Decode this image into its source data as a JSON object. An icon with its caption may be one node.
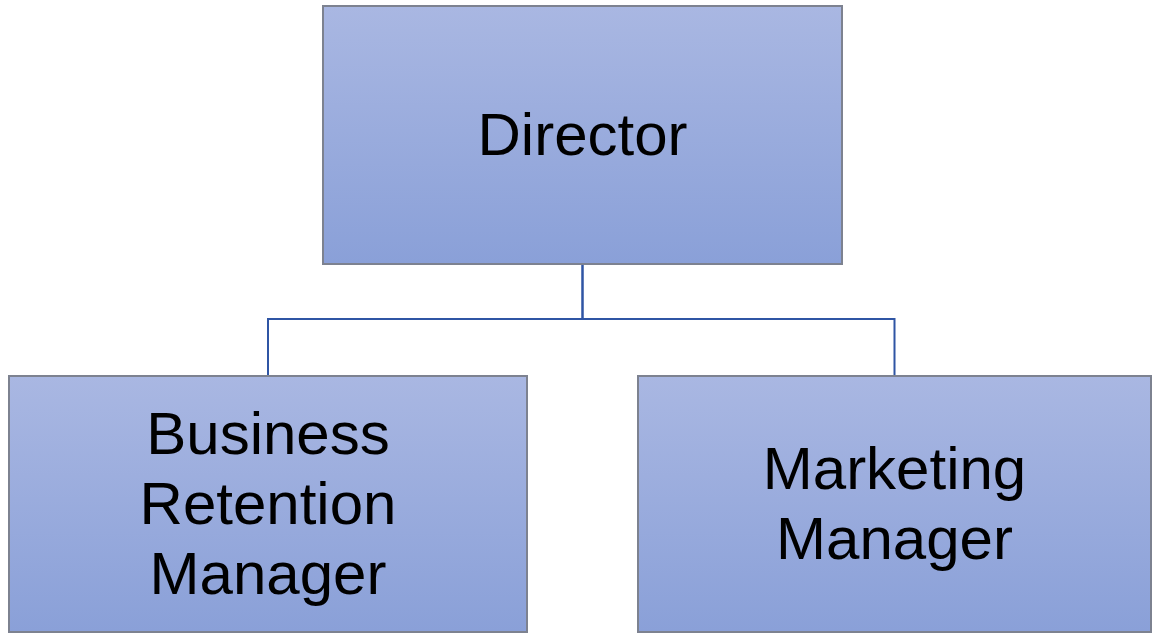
{
  "diagram": {
    "nodes": [
      {
        "text": [
          "Director"
        ]
      },
      {
        "text": [
          "Business Retention Manager"
        ]
      },
      {
        "text": [
          "Marketing Manager"
        ]
      }
    ],
    "edges": [
      {
        "from": 0,
        "to": 1,
        "arrow": "none"
      },
      {
        "from": 0,
        "to": 2,
        "arrow": "none"
      }
    ]
  }
}
